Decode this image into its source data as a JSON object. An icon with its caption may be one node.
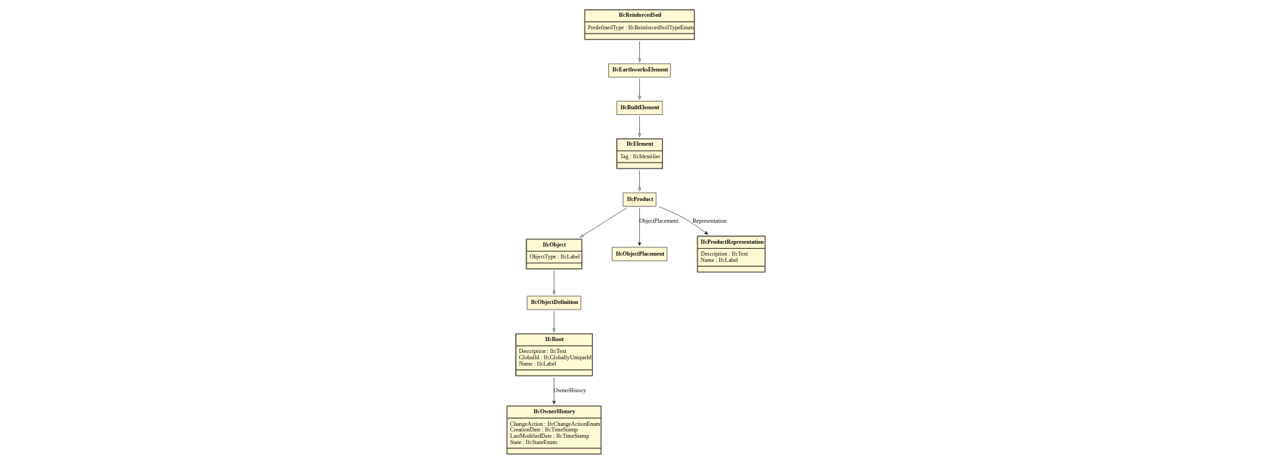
{
  "diagram": {
    "nodes": [
      {
        "text": [
          "IfcReinforcedSoil",
          "PredefinedType : IfcReinforcedSoilTypeEnum"
        ]
      },
      {
        "text": [
          "IfcEarthworksElement"
        ]
      },
      {
        "text": [
          "IfcElement",
          "Tag : IfcIdentifier"
        ]
      },
      {
        "text": [
          "IfcBuiltElement"
        ]
      },
      {
        "text": [
          "IfcProduct"
        ]
      },
      {
        "text": [
          "IfcObject",
          "ObjectType : IfcLabel"
        ]
      },
      {
        "text": [
          "IfcObjectDefinition"
        ]
      },
      {
        "text": [
          "IfcObjectPlacement"
        ]
      },
      {
        "text": [
          "IfcProductRepresentation",
          "Description : IfcText",
          "Name : IfcLabel"
        ]
      },
      {
        "text": [
          "IfcRoot",
          "Description : IfcText",
          "GlobalId : IfcGloballyUniqueId",
          "Name : IfcLabel"
        ]
      },
      {
        "text": [
          "IfcOwnerHistory",
          "ChangeAction : IfcChangeActionEnum",
          "CreationDate : IfcTimeStamp",
          "LastModifiedDate : IfcTimeStamp",
          "State : IfcStateEnum"
        ]
      }
    ],
    "edges": [
      {
        "from": 0,
        "to": 1,
        "arrow": "to"
      },
      {
        "from": 1,
        "to": 3,
        "arrow": "to"
      },
      {
        "from": 3,
        "to": 2,
        "arrow": "to"
      },
      {
        "from": 2,
        "to": 4,
        "arrow": "to"
      },
      {
        "from": 4,
        "to": 5,
        "arrow": "to"
      },
      {
        "from": 5,
        "to": 6,
        "arrow": "to"
      },
      {
        "from": 6,
        "to": 9,
        "arrow": "to"
      },
      {
        "from": 4,
        "to": 7,
        "arrow": "to",
        "label": "ObjectPlacement"
      },
      {
        "from": 4,
        "to": 8,
        "arrow": "to",
        "label": "Representation"
      },
      {
        "from": 9,
        "to": 10,
        "arrow": "to",
        "label": "OwnerHistory"
      }
    ]
  }
}
